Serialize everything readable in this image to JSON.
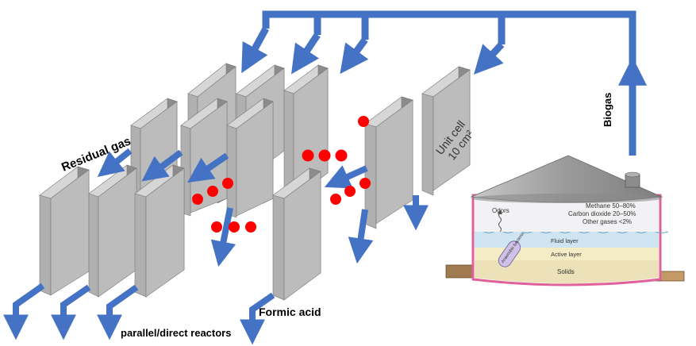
{
  "labels": {
    "residual_gas": "Residual gas",
    "unit_cell_line1": "Unit cell",
    "unit_cell_line2": "10 cm²",
    "biogas": "Biogas",
    "formic_acid": "Formic acid",
    "parallel_reactors": "parallel/direct  reactors"
  },
  "digester": {
    "odors": "Odors",
    "methane": "Methane 50–80%",
    "carbon_dioxide": "Carbon dioxide 20–50%",
    "other_gases": "Other gases <2%",
    "fluid_layer": "Fluid layer",
    "active_layer": "Active layer",
    "bacteria": "Anaerobic bacteria",
    "solids": "Solids"
  },
  "colors": {
    "arrow_blue": "#4472c4",
    "panel_front": "#b8b8b8",
    "panel_side": "#8c8c8c",
    "panel_top": "#d6d6d6",
    "dot_red": "#ff0000",
    "dome_gray": "#a6a6a6",
    "tank_pink": "#e0609a",
    "solids_tan": "#ece1b8",
    "pipe_brown": "#a07a50"
  }
}
